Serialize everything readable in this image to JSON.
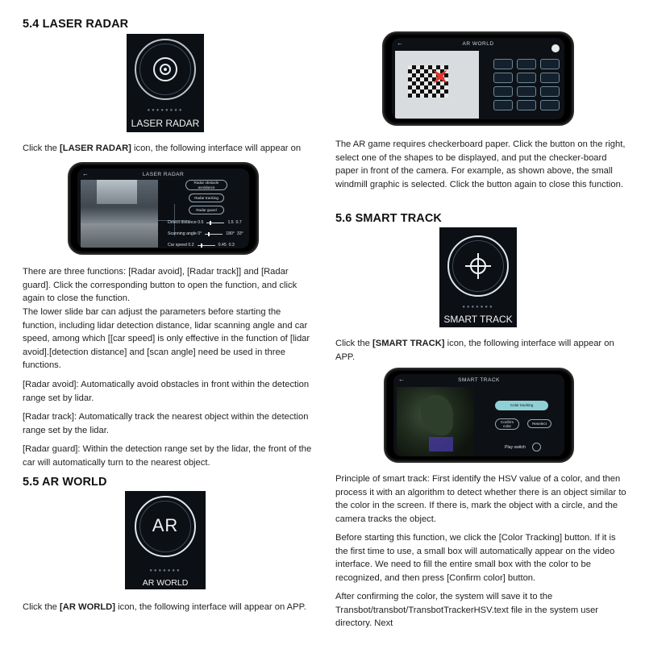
{
  "left": {
    "h_laser": "5.4 LASER RADAR",
    "laser_icon_label": "LASER RADAR",
    "laser_click_pre": "Click the ",
    "laser_click_bold": "[LASER RADAR]",
    "laser_click_post": " icon, the following interface will appear on",
    "laser_phone": {
      "title": "LASER RADAR",
      "buttons": [
        "Radar obstacle avoidance",
        "Radar tracking",
        "Radar guard"
      ],
      "sliders": [
        {
          "label": "Detect distance",
          "min": "0.5",
          "val": "1.5",
          "max": "0.7"
        },
        {
          "label": "Scanning angle",
          "min": "0°",
          "val": "180°",
          "max": "33°"
        },
        {
          "label": "Car speed",
          "min": "0.2",
          "val": "0.45",
          "max": "0.3"
        }
      ]
    },
    "p1": "There are three functions: [Radar avoid], [Radar track]] and [Radar guard]. Click the corresponding button to open the function, and click again to close the function.",
    "p2": "The lower slide bar can adjust the parameters before starting the function, including lidar detection distance, lidar scanning angle and car speed, among which [[car speed] is only effective in the function of [lidar avoid].[detection distance] and [scan angle] need be used in three functions.",
    "p3": "[Radar avoid]: Automatically avoid obstacles in front within the detection range set by lidar.",
    "p4": "[Radar track]: Automatically track the nearest object within the detection range set by the lidar.",
    "p5": "[Radar guard]: Within the detection range set by the lidar, the front of the car will automatically turn to the nearest object.",
    "h_ar": "5.5 AR WORLD",
    "ar_icon_glyph": "AR",
    "ar_icon_label": "AR WORLD",
    "ar_click_pre": "Click the ",
    "ar_click_bold": "[AR WORLD]",
    "ar_click_post": " icon, the following interface will appear on APP."
  },
  "right": {
    "ar_phone_title": "AR WORLD",
    "p_ar": "The AR game requires checkerboard paper. Click the button on the right, select one of the shapes to be displayed, and put the checker-board paper in front of the camera. For example, as shown above, the small windmill graphic is selected. Click the button again to close this function.",
    "h_track": "5.6 SMART TRACK",
    "track_icon_label": "SMART TRACK",
    "track_click_pre": "Click the ",
    "track_click_bold": "[SMART TRACK]",
    "track_click_post": " icon, the following interface will appear on APP.",
    "track_phone": {
      "title": "SMART TRACK",
      "color_btn": "Color tracking",
      "confirm_btn": "Confirm color",
      "reselect_btn": "Reselect",
      "play_switch": "Play switch"
    },
    "p_t1": "Principle of smart track: First identify the HSV value of a color, and then process it with an algorithm to detect whether there is an object similar to the color in the screen. If there is, mark the object with a circle, and the camera tracks the object.",
    "p_t2": "Before starting this function, we click the [Color Tracking] button. If it is the first time to use, a small box will automatically appear on the video interface. We need to fill the entire small box with the color to be recognized, and then press [Confirm color] button.",
    "p_t3": "After confirming the color, the system will save it to the Transbot/transbot/TransbotTrackerHSV.text file in the system user directory. Next"
  }
}
